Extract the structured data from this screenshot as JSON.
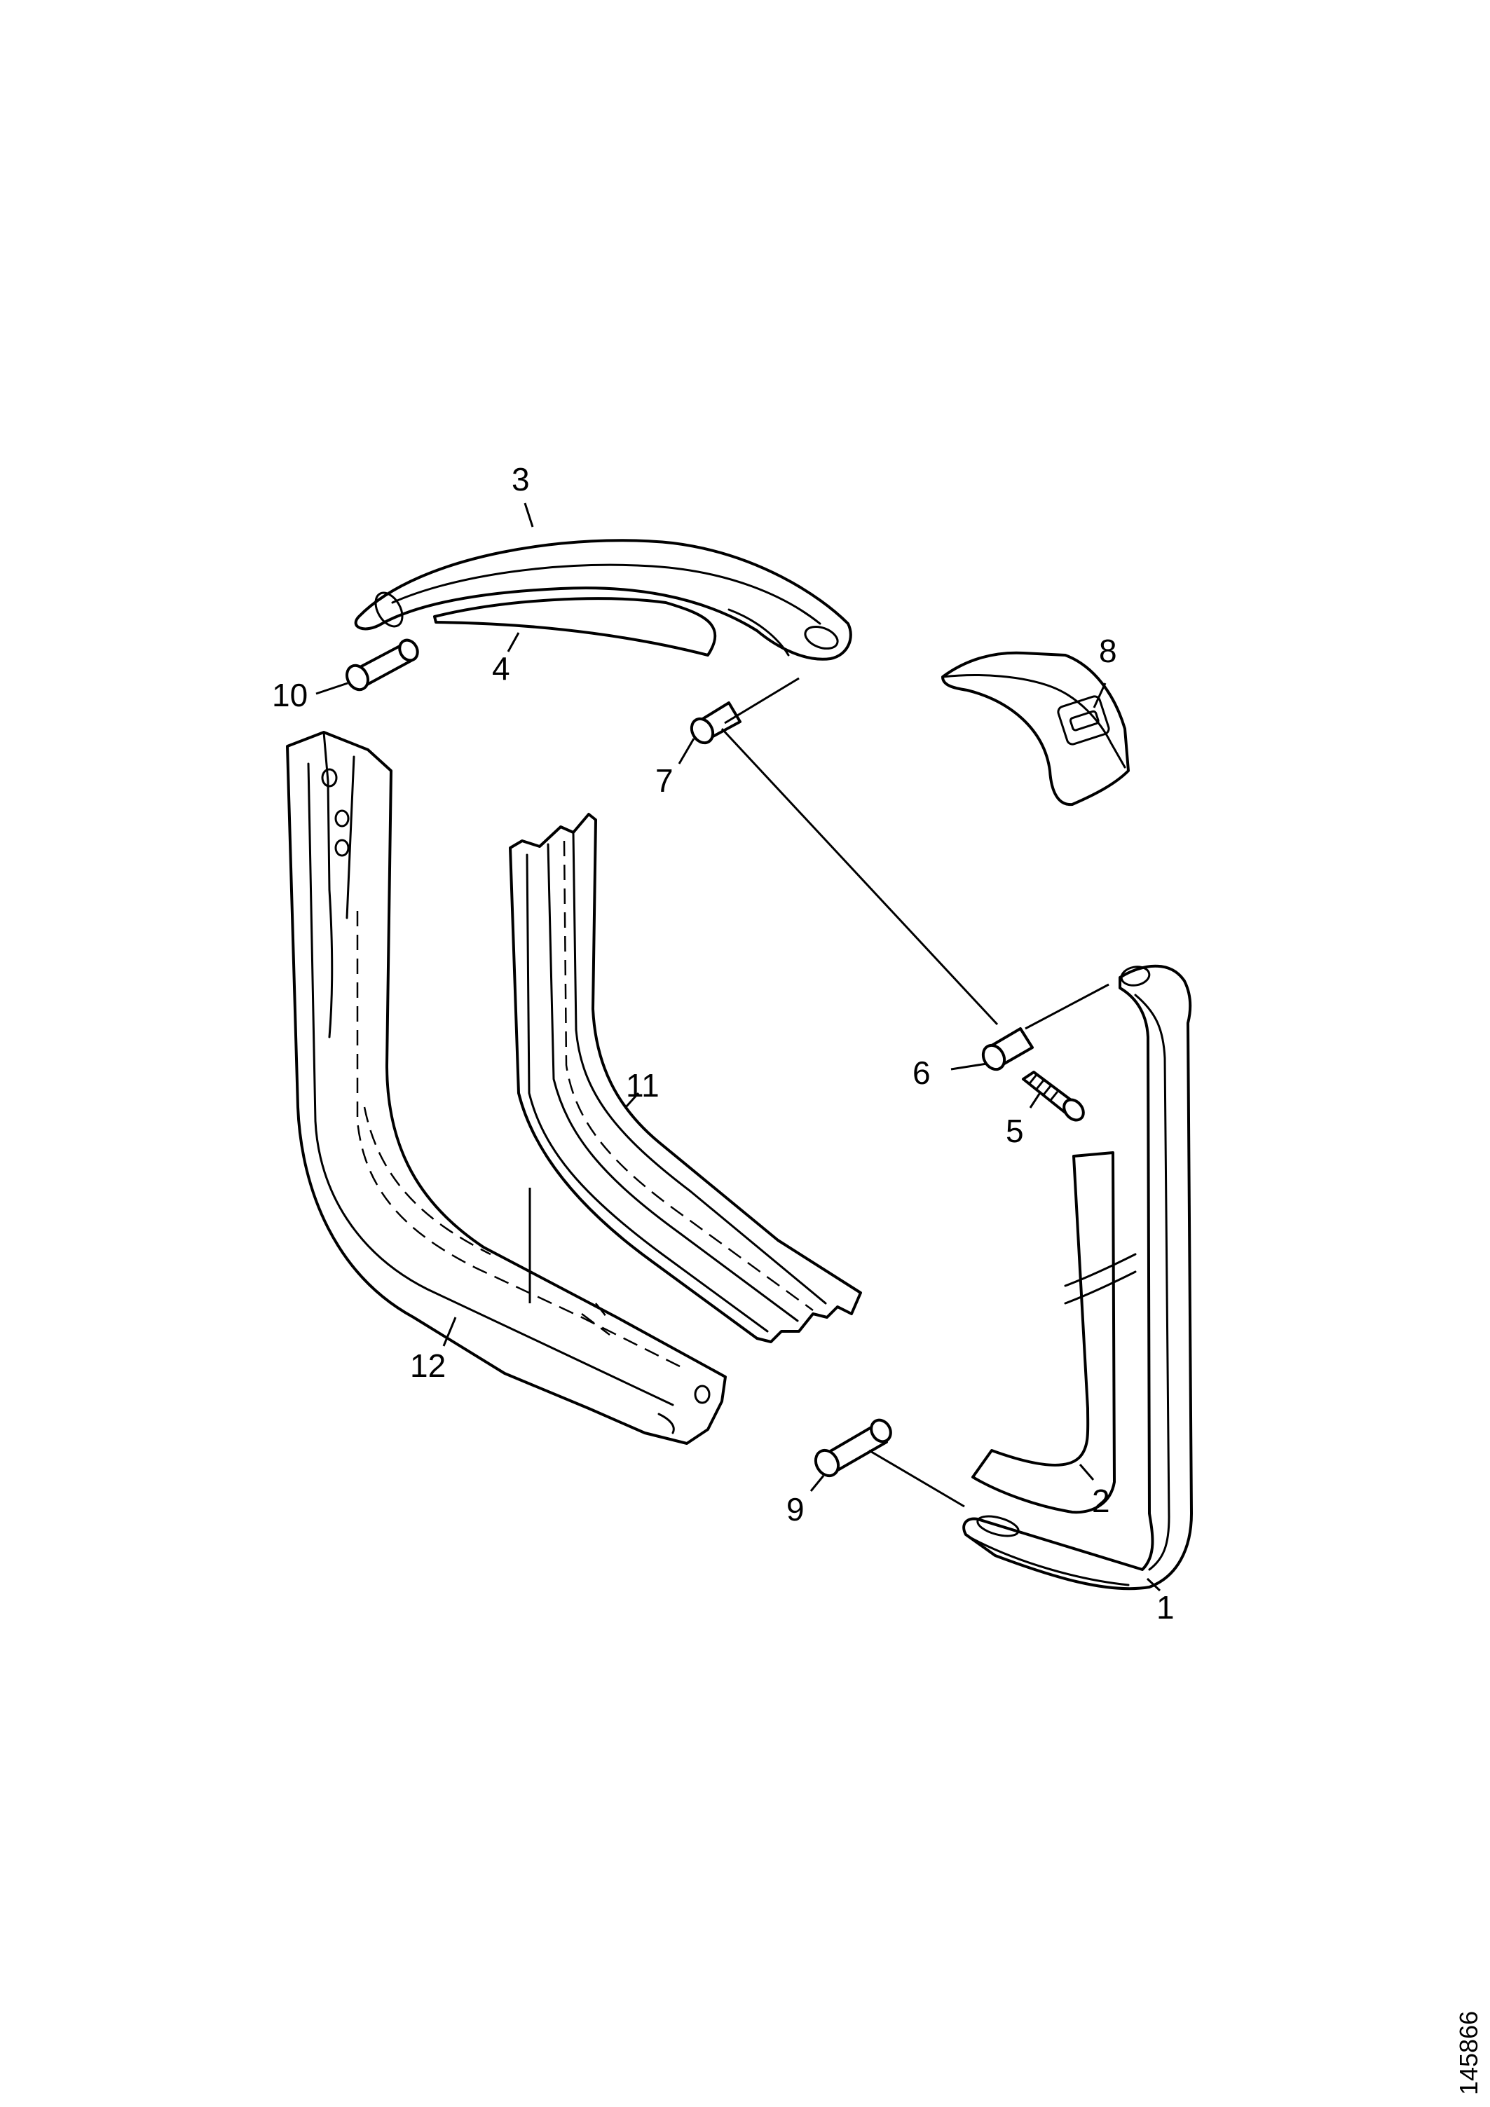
{
  "callouts": [
    "1",
    "2",
    "3",
    "4",
    "5",
    "6",
    "7",
    "8",
    "9",
    "10",
    "11",
    "12"
  ],
  "reference_number": "145866",
  "colors": {
    "line": "#000000",
    "background": "#ffffff"
  }
}
